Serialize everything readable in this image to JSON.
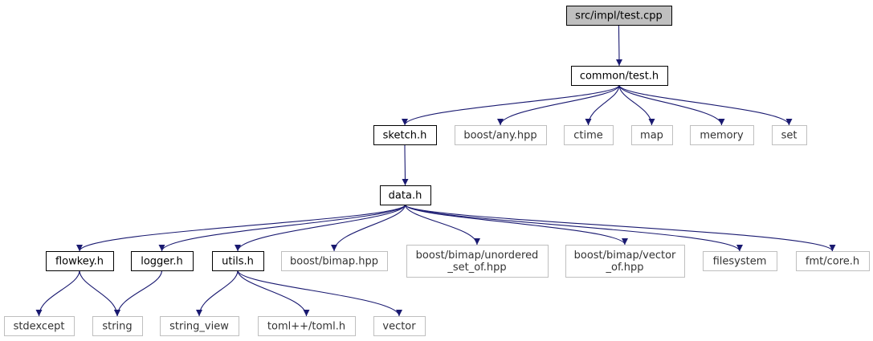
{
  "graph": {
    "colors": {
      "edge": "#191970",
      "internal_border": "#000000",
      "external_border": "#bfbfbf",
      "root_fill": "#bfbfbf",
      "node_fill": "#ffffff"
    },
    "nodes": {
      "test_cpp": {
        "lines": [
          "src/impl/test.cpp"
        ],
        "kind": "root"
      },
      "common_test_h": {
        "lines": [
          "common/test.h"
        ],
        "kind": "internal"
      },
      "sketch_h": {
        "lines": [
          "sketch.h"
        ],
        "kind": "internal"
      },
      "boost_any": {
        "lines": [
          "boost/any.hpp"
        ],
        "kind": "external"
      },
      "ctime": {
        "lines": [
          "ctime"
        ],
        "kind": "external"
      },
      "map": {
        "lines": [
          "map"
        ],
        "kind": "external"
      },
      "memory": {
        "lines": [
          "memory"
        ],
        "kind": "external"
      },
      "set": {
        "lines": [
          "set"
        ],
        "kind": "external"
      },
      "data_h": {
        "lines": [
          "data.h"
        ],
        "kind": "internal"
      },
      "flowkey_h": {
        "lines": [
          "flowkey.h"
        ],
        "kind": "internal"
      },
      "logger_h": {
        "lines": [
          "logger.h"
        ],
        "kind": "internal"
      },
      "utils_h": {
        "lines": [
          "utils.h"
        ],
        "kind": "internal"
      },
      "boost_bimap": {
        "lines": [
          "boost/bimap.hpp"
        ],
        "kind": "external"
      },
      "bimap_unordered": {
        "lines": [
          "boost/bimap/unordered",
          "_set_of.hpp"
        ],
        "kind": "external"
      },
      "bimap_vector": {
        "lines": [
          "boost/bimap/vector",
          "_of.hpp"
        ],
        "kind": "external"
      },
      "filesystem": {
        "lines": [
          "filesystem"
        ],
        "kind": "external"
      },
      "fmt_core": {
        "lines": [
          "fmt/core.h"
        ],
        "kind": "external"
      },
      "stdexcept": {
        "lines": [
          "stdexcept"
        ],
        "kind": "external"
      },
      "string": {
        "lines": [
          "string"
        ],
        "kind": "external"
      },
      "string_view": {
        "lines": [
          "string_view"
        ],
        "kind": "external"
      },
      "toml": {
        "lines": [
          "toml++/toml.h"
        ],
        "kind": "external"
      },
      "vector": {
        "lines": [
          "vector"
        ],
        "kind": "external"
      }
    },
    "edges": [
      [
        "test_cpp",
        "common_test_h"
      ],
      [
        "common_test_h",
        "sketch_h"
      ],
      [
        "common_test_h",
        "boost_any"
      ],
      [
        "common_test_h",
        "ctime"
      ],
      [
        "common_test_h",
        "map"
      ],
      [
        "common_test_h",
        "memory"
      ],
      [
        "common_test_h",
        "set"
      ],
      [
        "sketch_h",
        "data_h"
      ],
      [
        "data_h",
        "flowkey_h"
      ],
      [
        "data_h",
        "logger_h"
      ],
      [
        "data_h",
        "utils_h"
      ],
      [
        "data_h",
        "boost_bimap"
      ],
      [
        "data_h",
        "bimap_unordered"
      ],
      [
        "data_h",
        "bimap_vector"
      ],
      [
        "data_h",
        "filesystem"
      ],
      [
        "data_h",
        "fmt_core"
      ],
      [
        "flowkey_h",
        "stdexcept"
      ],
      [
        "flowkey_h",
        "string"
      ],
      [
        "logger_h",
        "string"
      ],
      [
        "utils_h",
        "string_view"
      ],
      [
        "utils_h",
        "toml"
      ],
      [
        "utils_h",
        "vector"
      ]
    ]
  }
}
